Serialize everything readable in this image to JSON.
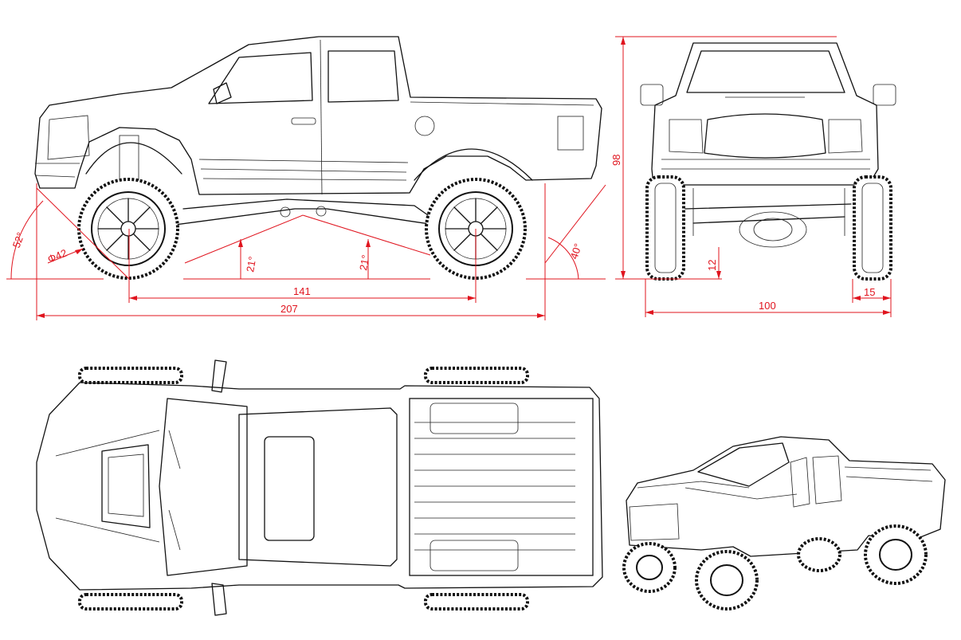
{
  "dimensions": {
    "overall_length": "207",
    "wheelbase": "141",
    "overall_height": "98",
    "overall_width": "100",
    "ground_clearance": "12",
    "tire_width": "15",
    "wheel_diameter": "Φ42",
    "approach_angle": "52°",
    "departure_angle": "40°",
    "breakover_angle_front": "21°",
    "breakover_angle_rear": "21°"
  },
  "colors": {
    "dimension_lines": "#e0141e",
    "linework": "#111111",
    "background": "#ffffff"
  }
}
